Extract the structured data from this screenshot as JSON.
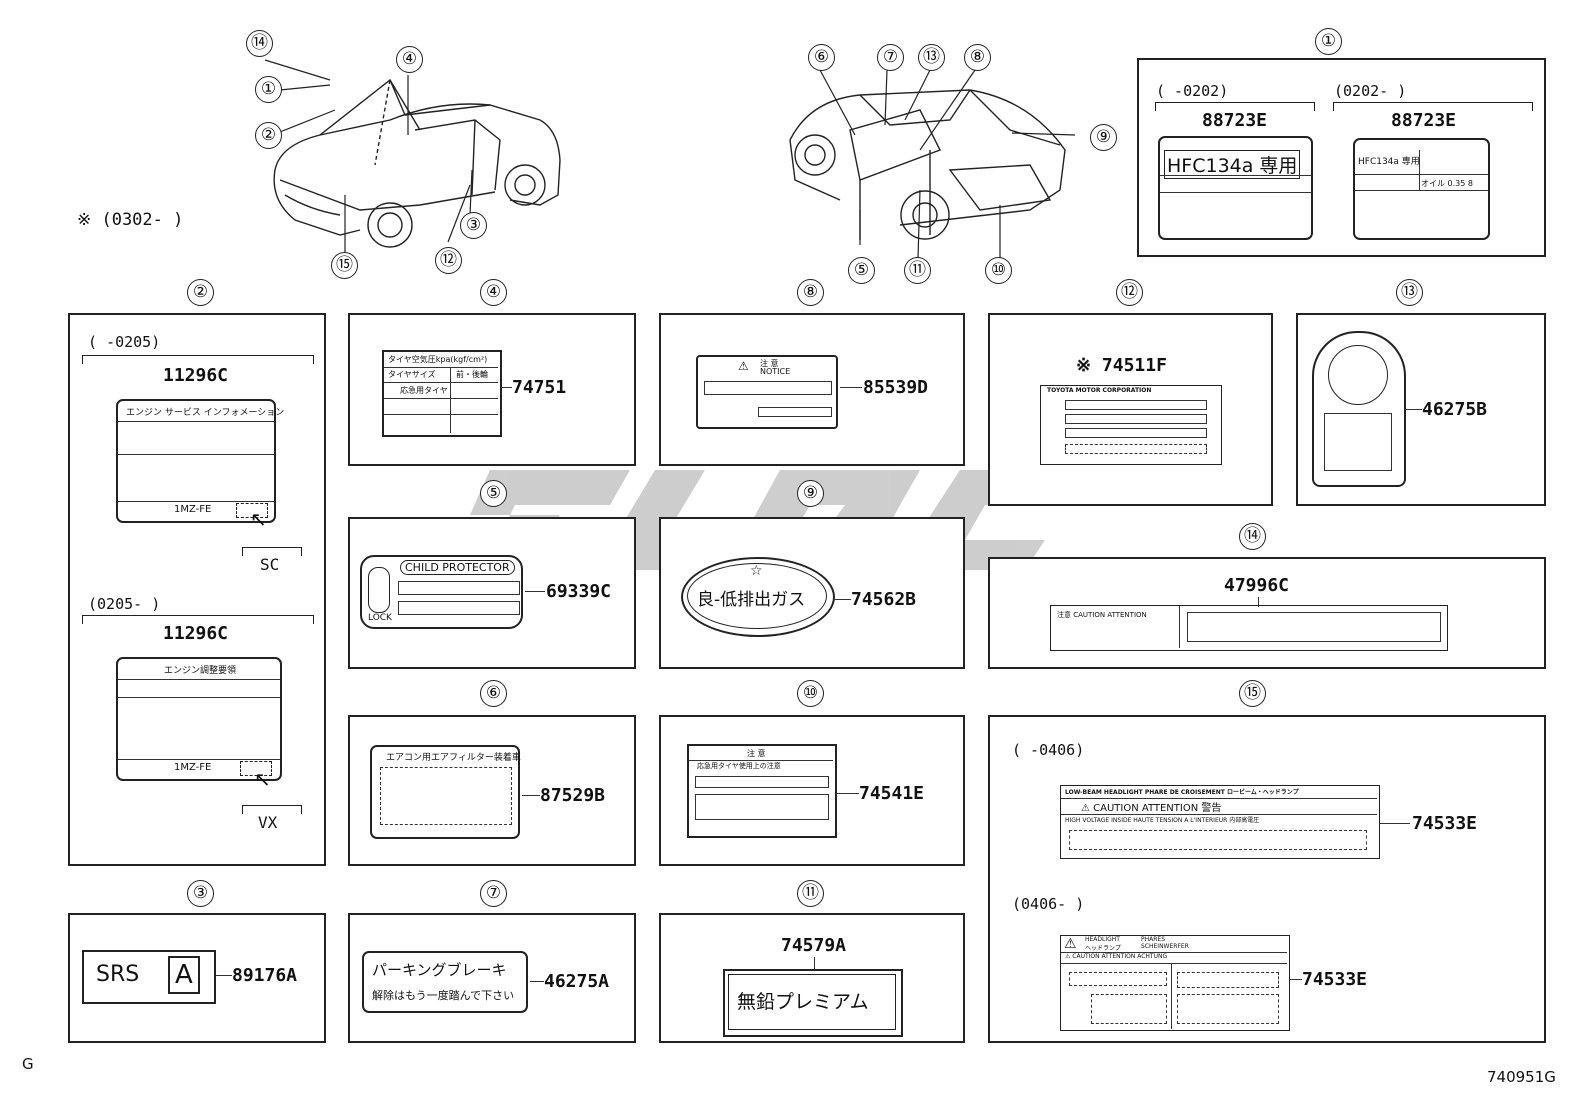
{
  "page": {
    "corner_left": "G",
    "corner_right": "740951G"
  },
  "note": "※ (0302-      )",
  "watermark": "SLGC",
  "car_left_callouts": [
    "⑭",
    "①",
    "②",
    "④",
    "③",
    "⑫",
    "⑮"
  ],
  "car_right_callouts": [
    "⑥",
    "⑦",
    "⑬",
    "⑧",
    "⑨",
    "⑤",
    "⑪",
    "⑩"
  ],
  "panel1": {
    "num": "①",
    "left": {
      "range": "(      -0202)",
      "part": "88723E",
      "text": "HFC134a 専用"
    },
    "right": {
      "range": "(0202-      )",
      "part": "88723E",
      "text": "HFC134a 専用",
      "text2": "オイル 0.35  8"
    }
  },
  "panel2": {
    "num": "②",
    "top": {
      "range": "(      -0205)",
      "part": "11296C",
      "header": "エンジン サービス インフォメーション",
      "engine": "1MZ-FE",
      "grade": "SC"
    },
    "bottom": {
      "range": "(0205-      )",
      "part": "11296C",
      "header": "エンジン調整要領",
      "engine": "1MZ-FE",
      "grade": "VX"
    }
  },
  "panel3": {
    "num": "③",
    "part": "89176A",
    "srs": "SRS",
    "letter": "A"
  },
  "panel4": {
    "num": "④",
    "part": "74751",
    "row1": "タイヤ空気圧kpa(kgf/cm²)",
    "row2": "タイヤサイズ",
    "row2b": "前・後輪",
    "row3": "応急用タイヤ"
  },
  "panel5": {
    "num": "⑤",
    "part": "69339C",
    "header": "CHILD PROTECTOR",
    "lock": "LOCK"
  },
  "panel6": {
    "num": "⑥",
    "part": "87529B",
    "header": "エアコン用エアフィルター装着車"
  },
  "panel7": {
    "num": "⑦",
    "part": "46275A",
    "line1": "パーキングブレーキ",
    "line2": "解除はもう一度踏んで下さい"
  },
  "panel8": {
    "num": "⑧",
    "part": "85539D",
    "header": "注 意",
    "header2": "NOTICE"
  },
  "panel9": {
    "num": "⑨",
    "part": "74562B",
    "text": "良-低排出ガス"
  },
  "panel10": {
    "num": "⑩",
    "part": "74541E",
    "header": "注 意",
    "sub": "応急用タイヤ使用上の注意"
  },
  "panel11": {
    "num": "⑪",
    "part": "74579A",
    "text": "無鉛プレミアム"
  },
  "panel12": {
    "num": "⑫",
    "part": "※ 74511F",
    "header": "TOYOTA MOTOR CORPORATION"
  },
  "panel13": {
    "num": "⑬",
    "part": "46275B"
  },
  "panel14": {
    "num": "⑭",
    "part": "47996C",
    "header": "注意  CAUTION ATTENTION"
  },
  "panel15": {
    "num": "⑮",
    "top": {
      "range": "(      -0406)",
      "part": "74533E",
      "header": "LOW-BEAM HEADLIGHT  PHARE DE CROISEMENT  ロービーム・ヘッドランプ",
      "caution": "⚠  CAUTION      ATTENTION      警告",
      "voltage": "HIGH VOLTAGE INSIDE   HAUTE TENSION A L'INTERIEUR  内部高電圧"
    },
    "bottom": {
      "range": "(0406-      )",
      "part": "74533E",
      "h1": "HEADLIGHT",
      "h2": "ヘッドランプ",
      "h3": "PHARES",
      "h4": "SCHEINWERFER",
      "caution": "⚠ CAUTION   ATTENTION   ACHTUNG"
    }
  }
}
